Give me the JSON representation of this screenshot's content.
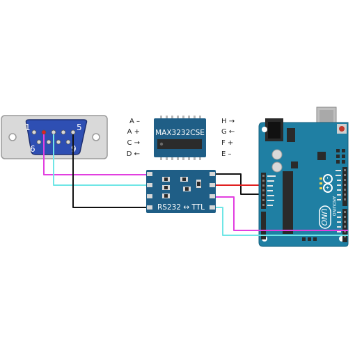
{
  "db9": {
    "pin_top_left": "1",
    "pin_top_right": "5",
    "pin_bottom_left": "6",
    "pin_bottom_right": "9"
  },
  "chip": {
    "label": "MAX3232CSE",
    "left_pins": [
      "A –",
      "A +",
      "C →",
      "D ←"
    ],
    "right_pins": [
      "H →",
      "G ←",
      "F +",
      "E –"
    ]
  },
  "module": {
    "label": "RS232 ↔ TTL"
  },
  "arduino": {
    "logo": "ARDUINO",
    "model": "UNO"
  },
  "colors": {
    "board": "#1f7fa3",
    "board_dark": "#155f7c",
    "db9_shell": "#d9d9d9",
    "db9_face": "#2e4fb3",
    "chip": "#1f5e86",
    "module": "#1f5e86",
    "wire_magenta": "#e23fe0",
    "wire_cyan": "#6fe6e6",
    "wire_black": "#111111",
    "wire_red": "#e02020"
  }
}
